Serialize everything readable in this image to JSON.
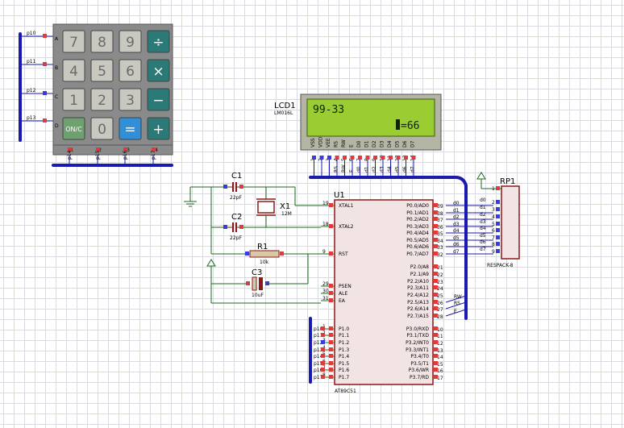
{
  "keypad": {
    "keys": [
      {
        "label": "7",
        "style": "gray"
      },
      {
        "label": "8",
        "style": "gray"
      },
      {
        "label": "9",
        "style": "gray"
      },
      {
        "label": "÷",
        "style": "teal"
      },
      {
        "label": "4",
        "style": "gray"
      },
      {
        "label": "5",
        "style": "gray"
      },
      {
        "label": "6",
        "style": "gray"
      },
      {
        "label": "×",
        "style": "teal"
      },
      {
        "label": "1",
        "style": "gray"
      },
      {
        "label": "2",
        "style": "gray"
      },
      {
        "label": "3",
        "style": "gray"
      },
      {
        "label": "−",
        "style": "teal"
      },
      {
        "label": "ON/C",
        "style": "green"
      },
      {
        "label": "0",
        "style": "gray"
      },
      {
        "label": "=",
        "style": "blue"
      },
      {
        "label": "+",
        "style": "teal"
      }
    ],
    "row_letters": [
      "A",
      "B",
      "C",
      "D"
    ],
    "col_numbers": [
      "1",
      "2",
      "3",
      "4"
    ],
    "row_nets": [
      "p10",
      "p11",
      "p12",
      "p13"
    ],
    "col_nets": [
      "p14",
      "p15",
      "p16",
      "p17"
    ]
  },
  "lcd": {
    "ref": "LCD1",
    "part": "LM016L",
    "line1": "99-33",
    "line2": "=66",
    "pins": [
      "VSS",
      "VDD",
      "VEE",
      "RS",
      "RW",
      "E",
      "D0",
      "D1",
      "D2",
      "D3",
      "D4",
      "D5",
      "D6",
      "D7"
    ],
    "pin_nums": [
      "1",
      "2",
      "3",
      "4",
      "5",
      "6",
      "7",
      "8",
      "9",
      "10",
      "11",
      "12",
      "13",
      "14"
    ],
    "nets": [
      "RS",
      "RW",
      "E",
      "d0",
      "d1",
      "d2",
      "d3",
      "d4",
      "d5",
      "d6",
      "d7"
    ]
  },
  "mcu": {
    "ref": "U1",
    "part": "AT89C51",
    "left_pins": [
      {
        "name": "XTAL1",
        "num": "19"
      },
      {
        "name": "XTAL2",
        "num": "18"
      },
      {
        "name": "RST",
        "num": "9"
      },
      {
        "name": "PSEN",
        "num": "29"
      },
      {
        "name": "ALE",
        "num": "30"
      },
      {
        "name": "EA",
        "num": "31"
      },
      {
        "name": "P1.0",
        "num": "1"
      },
      {
        "name": "P1.1",
        "num": "2"
      },
      {
        "name": "P1.2",
        "num": "3"
      },
      {
        "name": "P1.3",
        "num": "4"
      },
      {
        "name": "P1.4",
        "num": "5"
      },
      {
        "name": "P1.5",
        "num": "6"
      },
      {
        "name": "P1.6",
        "num": "7"
      },
      {
        "name": "P1.7",
        "num": "8"
      }
    ],
    "right_pins": [
      {
        "name": "P0.0/AD0",
        "num": "39"
      },
      {
        "name": "P0.1/AD1",
        "num": "38"
      },
      {
        "name": "P0.2/AD2",
        "num": "37"
      },
      {
        "name": "P0.3/AD3",
        "num": "36"
      },
      {
        "name": "P0.4/AD4",
        "num": "35"
      },
      {
        "name": "P0.5/AD5",
        "num": "34"
      },
      {
        "name": "P0.6/AD6",
        "num": "33"
      },
      {
        "name": "P0.7/AD7",
        "num": "32"
      },
      {
        "name": "P2.0/A8",
        "num": "21"
      },
      {
        "name": "P2.1/A9",
        "num": "22"
      },
      {
        "name": "P2.2/A10",
        "num": "23"
      },
      {
        "name": "P2.3/A11",
        "num": "24"
      },
      {
        "name": "P2.4/A12",
        "num": "25"
      },
      {
        "name": "P2.5/A13",
        "num": "26"
      },
      {
        "name": "P2.6/A14",
        "num": "27"
      },
      {
        "name": "P2.7/A15",
        "num": "28"
      },
      {
        "name": "P3.0/RXD",
        "num": "10"
      },
      {
        "name": "P3.1/TXD",
        "num": "11"
      },
      {
        "name": "P3.2/INT0",
        "num": "12"
      },
      {
        "name": "P3.3/INT1",
        "num": "13"
      },
      {
        "name": "P3.4/T0",
        "num": "14"
      },
      {
        "name": "P3.5/T1",
        "num": "15"
      },
      {
        "name": "P3.6/WR",
        "num": "16"
      },
      {
        "name": "P3.7/RD",
        "num": "17"
      }
    ],
    "p0_nets": [
      "d0",
      "d1",
      "d2",
      "d3",
      "d4",
      "d5",
      "d6",
      "d7"
    ],
    "p2_nets": [
      "RW",
      "RS",
      "E"
    ],
    "p1_nets": [
      "p10",
      "p11",
      "p12",
      "p13",
      "p14",
      "p15",
      "p16",
      "p17"
    ]
  },
  "components": {
    "c1": {
      "ref": "C1",
      "value": "22pF"
    },
    "c2": {
      "ref": "C2",
      "value": "22pF"
    },
    "x1": {
      "ref": "X1",
      "value": "12M"
    },
    "r1": {
      "ref": "R1",
      "value": "10k"
    },
    "c3": {
      "ref": "C3",
      "value": "10uF"
    }
  },
  "rp1": {
    "ref": "RP1",
    "part": "RESPACK-8",
    "pins": [
      "1",
      "2",
      "3",
      "4",
      "5",
      "6",
      "7",
      "8",
      "9"
    ],
    "nets": [
      "d0",
      "d1",
      "d2",
      "d3",
      "d4",
      "d5",
      "d6",
      "d7"
    ]
  }
}
